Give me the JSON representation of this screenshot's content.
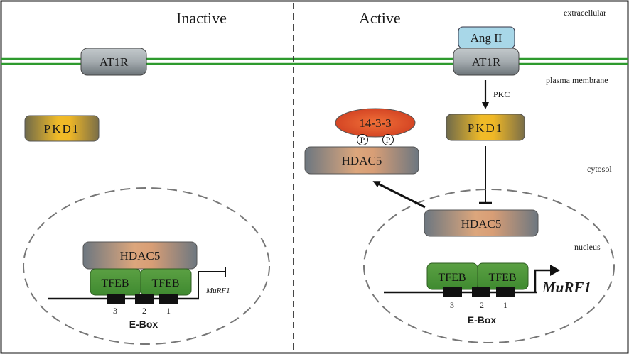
{
  "panels": {
    "inactive_title": "Inactive",
    "active_title": "Active"
  },
  "compartments": {
    "extracellular": "extracellular",
    "plasma_membrane": "plasma membrane",
    "cytosol": "cytosol",
    "nucleus": "nucleus"
  },
  "inactive": {
    "receptor": "AT1R",
    "kinase": "PKD1",
    "hdac": "HDAC5",
    "tfeb_left": "TFEB",
    "tfeb_right": "TFEB",
    "ebox_numbers": [
      "3",
      "2",
      "1"
    ],
    "ebox_label": "E-Box",
    "gene": "MuRF1"
  },
  "active": {
    "ligand": "Ang II",
    "receptor": "AT1R",
    "pkc": "PKC",
    "kinase": "PKD1",
    "adaptor": "14-3-3",
    "phospho": [
      "P",
      "P"
    ],
    "hdac_cyto": "HDAC5",
    "hdac_nuc": "HDAC5",
    "tfeb_left": "TFEB",
    "tfeb_right": "TFEB",
    "ebox_numbers": [
      "3",
      "2",
      "1"
    ],
    "ebox_label": "E-Box",
    "gene": "MuRF1"
  },
  "colors": {
    "membrane": "#2e9a2e",
    "tfeb": "#4f9a3a",
    "hdac_mid": "#d9a27a",
    "hdac_edge": "#6d7780",
    "pkd_mid": "#e9b52a",
    "pkd_edge": "#7a6a3a",
    "receptor": "#9ea6ab",
    "ligand": "#a8d7e8",
    "adaptor": "#e0502a"
  }
}
